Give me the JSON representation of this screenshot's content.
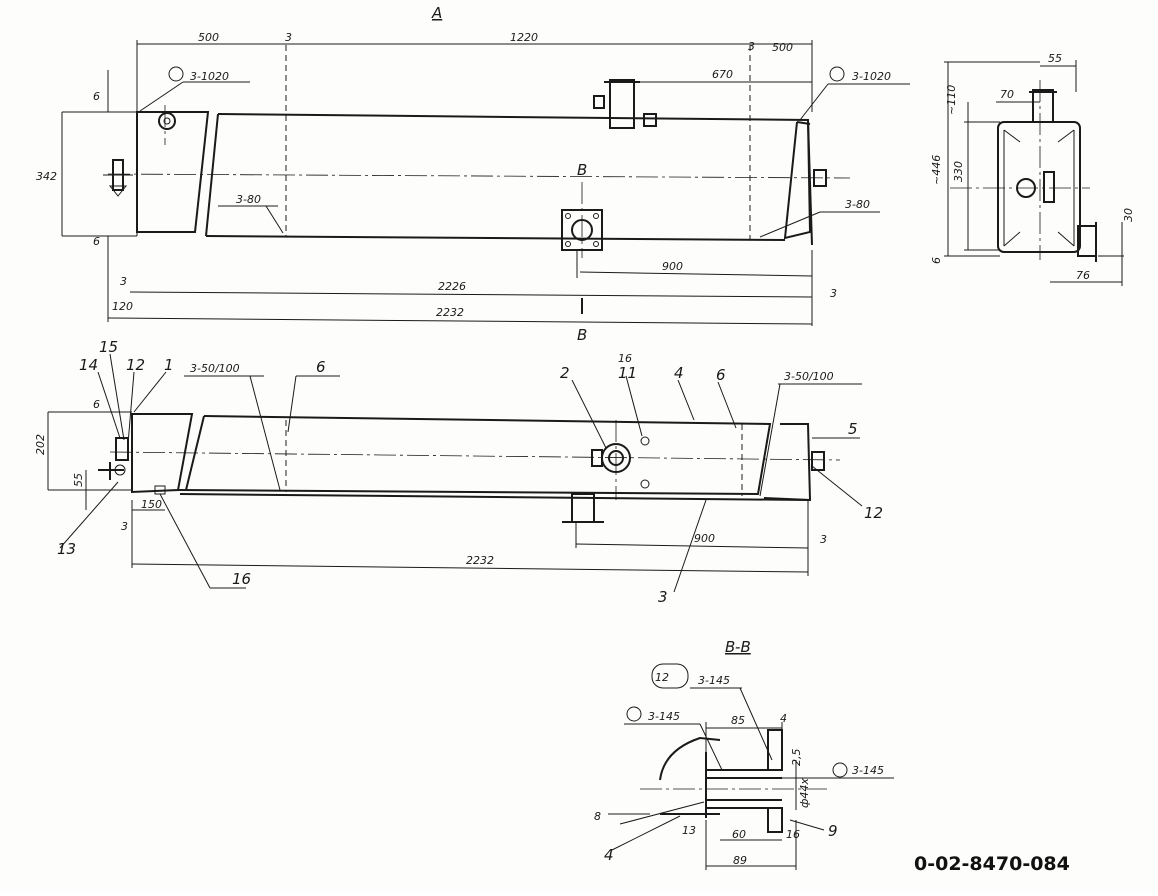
{
  "views": {
    "top": {
      "title": "A",
      "dims": {
        "d500_left": "500",
        "d3_a": "3",
        "d1220": "1220",
        "d3_b": "3",
        "d500_right": "500",
        "d670": "670",
        "d6_top": "6",
        "d342": "342",
        "d6_bot": "6",
        "d3_left": "3",
        "d120": "120",
        "d2226": "2226",
        "d2232": "2232",
        "d3_right": "3",
        "d900": "900"
      },
      "welds": {
        "w_left": "3-1020",
        "w_right": "3-1020",
        "w_80_left": "3-80",
        "w_80_right": "3-80"
      },
      "section_mark_top": "B",
      "section_mark_bottom": "B"
    },
    "side": {
      "dims": {
        "d55": "55",
        "d70": "70",
        "d110": "~110",
        "d446": "~446",
        "d330": "330",
        "d6": "6",
        "d30": "30",
        "d76": "76"
      }
    },
    "front": {
      "dims": {
        "d6": "6",
        "d202": "202",
        "d55": "55",
        "d150": "150",
        "d3_left": "3",
        "d900": "900",
        "d3_right": "3",
        "d2232": "2232"
      },
      "welds": {
        "w_left": "3-50/100",
        "w_right": "3-50/100"
      },
      "callouts": {
        "c1": "1",
        "c2": "2",
        "c3": "3",
        "c4": "4",
        "c5": "5",
        "c6a": "6",
        "c6b": "6",
        "c11": "11",
        "c12a": "12",
        "c12b": "12",
        "c13": "13",
        "c14": "14",
        "c15": "15",
        "c16a": "16",
        "c16b": "16"
      }
    },
    "section": {
      "title": "B-B",
      "welds": {
        "w1": "3-145",
        "w2": "3-145",
        "w3": "3-145"
      },
      "roughness": "12",
      "dims": {
        "d85": "85",
        "d4": "4",
        "d2_5": "2,5",
        "d44": "ф44x",
        "d13": "13",
        "d60": "60",
        "d16": "16",
        "d89": "89",
        "d8": "8"
      },
      "callouts": {
        "c4": "4",
        "c9": "9"
      }
    }
  },
  "drawing_number": "0-02-8470-084"
}
